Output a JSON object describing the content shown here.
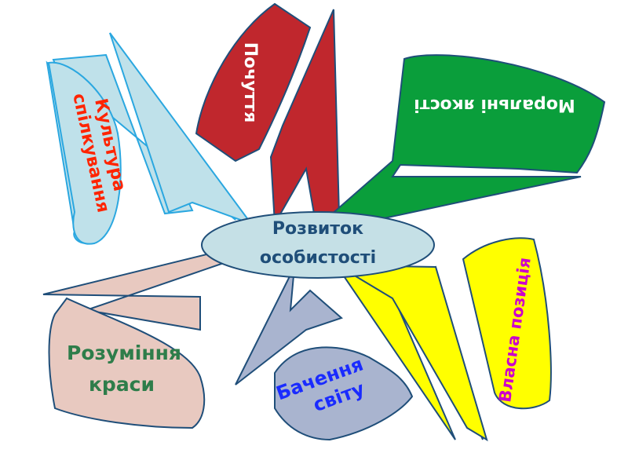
{
  "center": {
    "line1": "Розвиток",
    "line2": "особистості",
    "color": "#1f4e79",
    "fill": "#c5e0e6"
  },
  "petals": [
    {
      "id": "kultura",
      "line1": "Культура",
      "line2": "спілкування",
      "text_color": "#ff2400",
      "fill": "#bfe1ea",
      "stroke": "#2aa7e0"
    },
    {
      "id": "pochuttia",
      "line1": "Почуття",
      "text_color": "#ffffff",
      "fill": "#c0272d",
      "stroke": "#1f4e79"
    },
    {
      "id": "moralni",
      "line1": "Моральні якості",
      "text_color": "#ffffff",
      "fill": "#0a9e3b",
      "stroke": "#1f4e79"
    },
    {
      "id": "vlasna",
      "line1": "Власна позиція",
      "text_color": "#cc00cc",
      "fill": "#ffff00",
      "stroke": "#1f4e79"
    },
    {
      "id": "bachennia",
      "line1": "Бачення",
      "line2": "світу",
      "text_color": "#1a2bff",
      "fill": "#a9b4cf",
      "stroke": "#1f4e79"
    },
    {
      "id": "rozuminnia",
      "line1": "Розуміння",
      "line2": "краси",
      "text_color": "#2e7d4a",
      "fill": "#e8c9c0",
      "stroke": "#1f4e79"
    }
  ]
}
